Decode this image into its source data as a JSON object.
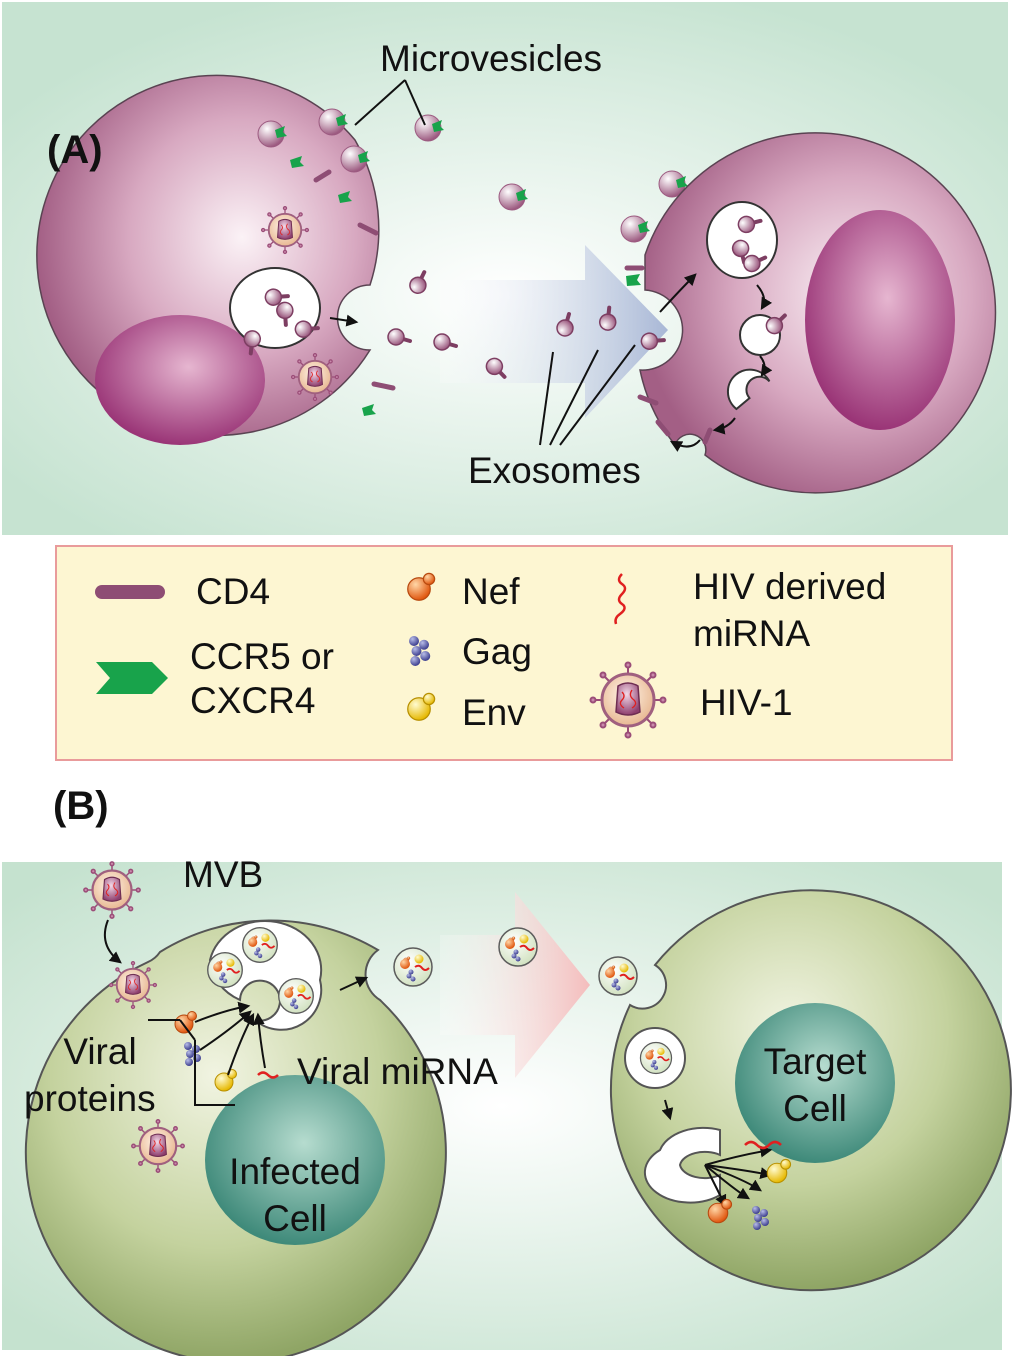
{
  "panel_a": {
    "label": "(A)",
    "microvesicles": "Microvesicles",
    "exosomes": "Exosomes"
  },
  "legend": {
    "cd4": "CD4",
    "ccr5_line1": "CCR5 or",
    "ccr5_line2": "CXCR4",
    "nef": "Nef",
    "gag": "Gag",
    "env": "Env",
    "mirna_line1": "HIV derived",
    "mirna_line2": "miRNA",
    "hiv": "HIV-1"
  },
  "panel_b": {
    "label": "(B)",
    "mvb": "MVB",
    "viral_proteins_line1": "Viral",
    "viral_proteins_line2": "proteins",
    "viral_mirna": "Viral miRNA",
    "infected_line1": "Infected",
    "infected_line2": "Cell",
    "target_line1": "Target",
    "target_line2": "Cell"
  },
  "colors": {
    "panel_a_bg": "#d4ebdd",
    "cell_pink": "#c48aa8",
    "nucleus_magenta": "#a0407e",
    "cd4": "#8e4d74",
    "receptor_green": "#17a34a",
    "legend_bg": "#fdf6d2",
    "legend_border": "#e99b9b",
    "nef": "#f07a1e",
    "gag": "#4a4c9c",
    "env": "#f0d018",
    "mirna": "#e02020",
    "cell_green": "#b9c98f",
    "nucleus_teal": "#5fa394",
    "arrow_blue": "#b8c4dc",
    "arrow_pink": "#f6c6c6"
  }
}
